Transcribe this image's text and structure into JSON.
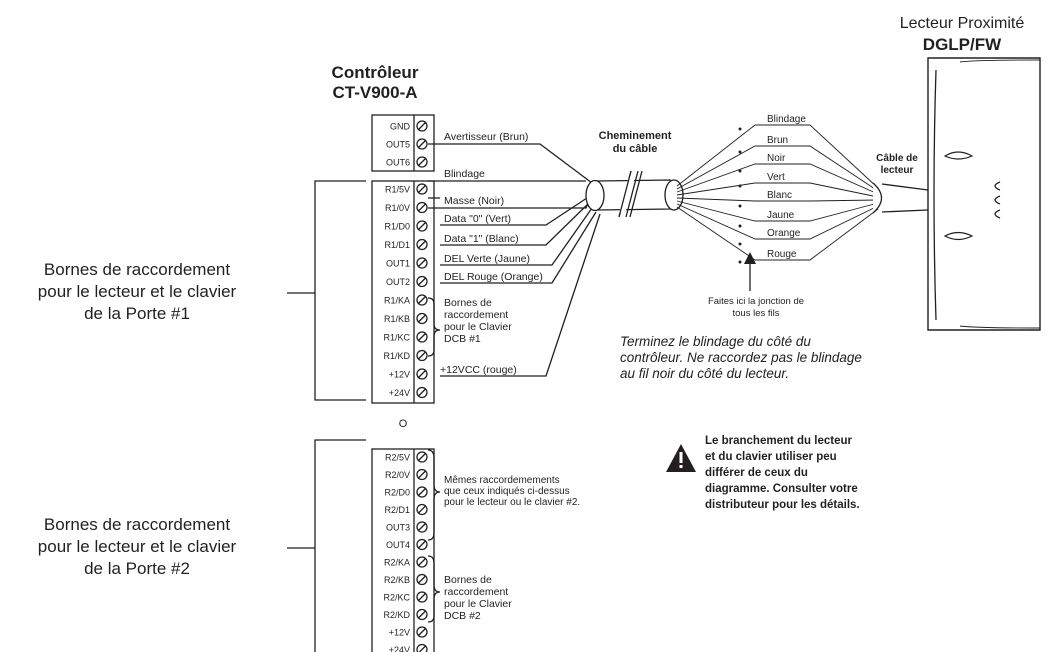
{
  "controller": {
    "title_line1": "Contrôleur",
    "title_line2": "CT-V900-A"
  },
  "reader": {
    "title_line1": "Lecteur Proximité",
    "title_line2": "DGLP/FW"
  },
  "terminals_top": [
    "GND",
    "OUT5",
    "OUT6"
  ],
  "terminals_door1": [
    "R1/5V",
    "R1/0V",
    "R1/D0",
    "R1/D1",
    "OUT1",
    "OUT2",
    "R1/KA",
    "R1/KB",
    "R1/KC",
    "R1/KD",
    "+12V",
    "+24V"
  ],
  "terminals_door2": [
    "R2/5V",
    "R2/0V",
    "R2/D0",
    "R2/D1",
    "OUT3",
    "OUT4",
    "R2/KA",
    "R2/KB",
    "R2/KC",
    "R2/KD",
    "+12V",
    "+24V"
  ],
  "wire_labels_left": {
    "buzzer": "Avertisseur (Brun)",
    "shield": "Blindage",
    "ground": "Masse (Noir)",
    "data0": "Data \"0\" (Vert)",
    "data1": "Data \"1\" (Blanc)",
    "led_green": "DEL Verte (Jaune)",
    "led_red": "DEL Rouge (Orange)",
    "power": "+12VCC (rouge)"
  },
  "cable_route": {
    "line1": "Cheminement",
    "line2": "du câble"
  },
  "wire_labels_right": [
    "Blindage",
    "Brun",
    "Noir",
    "Vert",
    "Blanc",
    "Jaune",
    "Orange",
    "Rouge"
  ],
  "reader_cable": {
    "line1": "Câble de",
    "line2": "lecteur"
  },
  "junction": {
    "line1": "Faites ici la jonction de",
    "line2": "tous les fils"
  },
  "shield_note": {
    "line1": "Terminez le blindage du côté du",
    "line2": "contrôleur. Ne raccordez pas le blindage",
    "line3": "au fil noir du côté du lecteur."
  },
  "keypad1_note": {
    "line1": "Bornes de",
    "line2": "raccordement",
    "line3": "pour le Clavier",
    "line4": "DCB #1"
  },
  "door1_label": {
    "line1": "Bornes de raccordement",
    "line2": "pour le lecteur et le clavier",
    "line3": "de la Porte #1"
  },
  "separator": "O",
  "same_note": {
    "line1": "Mêmes raccordemements",
    "line2": "que ceux indiqués ci-dessus",
    "line3": "pour le lecteur ou le clavier #2."
  },
  "keypad2_note": {
    "line1": "Bornes de",
    "line2": "raccordement",
    "line3": "pour le Clavier",
    "line4": "DCB #2"
  },
  "door2_label": {
    "line1": "Bornes de raccordement",
    "line2": "pour le lecteur et le clavier",
    "line3": "de la Porte #2"
  },
  "warning": {
    "line1": "Le  branchement du lecteur",
    "line2": "et du clavier utiliser peu",
    "line3": "différer de ceux du",
    "line4": "diagramme. Consulter votre",
    "line5": "distributeur pour les détails."
  }
}
